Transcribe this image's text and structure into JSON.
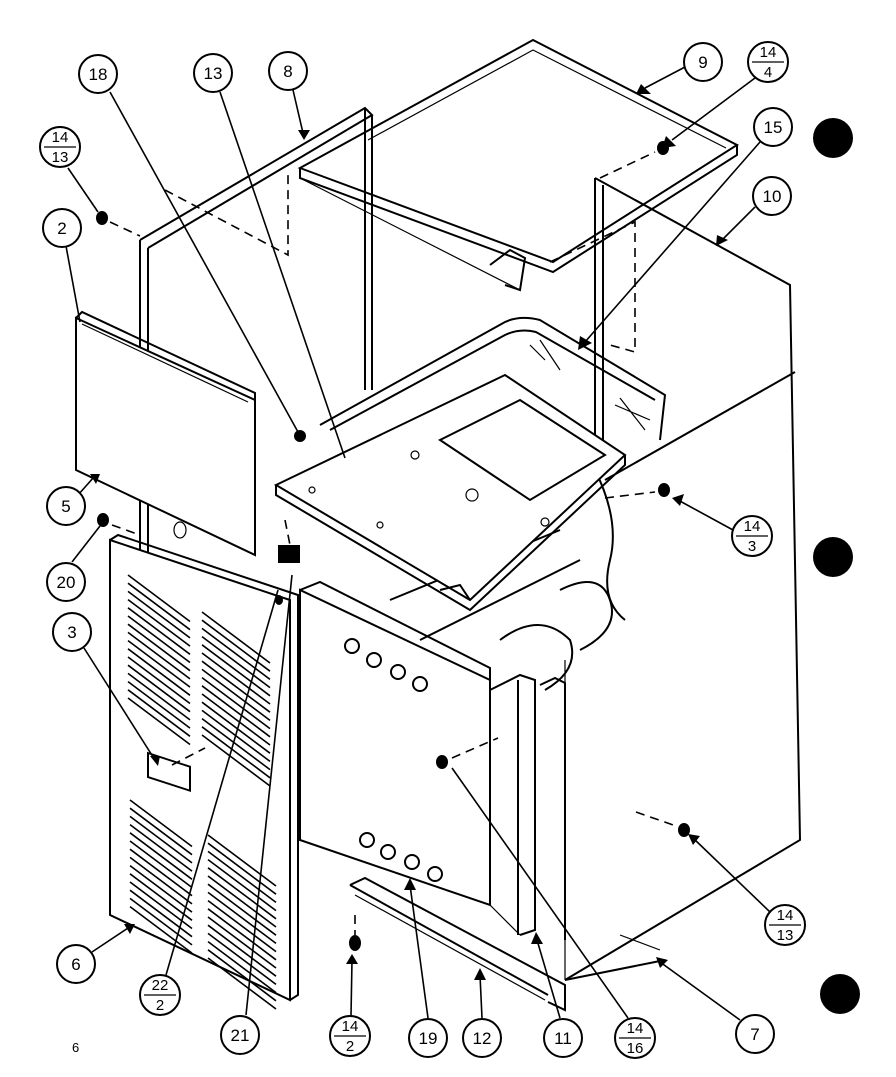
{
  "diagram": {
    "callouts": [
      {
        "id": "c18",
        "label": "18"
      },
      {
        "id": "c13",
        "label": "13"
      },
      {
        "id": "c8",
        "label": "8"
      },
      {
        "id": "c9",
        "label": "9"
      },
      {
        "id": "c14-4",
        "num": "14",
        "den": "4"
      },
      {
        "id": "c15",
        "label": "15"
      },
      {
        "id": "c10",
        "label": "10"
      },
      {
        "id": "c14-13a",
        "num": "14",
        "den": "13"
      },
      {
        "id": "c2",
        "label": "2"
      },
      {
        "id": "c5",
        "label": "5"
      },
      {
        "id": "c20",
        "label": "20"
      },
      {
        "id": "c3",
        "label": "3"
      },
      {
        "id": "c14-3",
        "num": "14",
        "den": "3"
      },
      {
        "id": "c6",
        "label": "6"
      },
      {
        "id": "c22-2",
        "num": "22",
        "den": "2"
      },
      {
        "id": "c21",
        "label": "21"
      },
      {
        "id": "c14-2",
        "num": "14",
        "den": "2"
      },
      {
        "id": "c19",
        "label": "19"
      },
      {
        "id": "c12",
        "label": "12"
      },
      {
        "id": "c11",
        "label": "11"
      },
      {
        "id": "c14-16",
        "num": "14",
        "den": "16"
      },
      {
        "id": "c7",
        "label": "7"
      },
      {
        "id": "c14-13b",
        "num": "14",
        "den": "13"
      }
    ],
    "page_number": "6"
  }
}
